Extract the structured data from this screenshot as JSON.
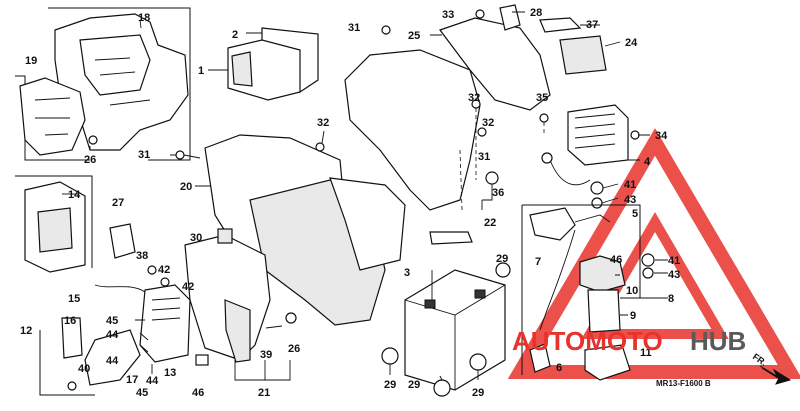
{
  "diagram": {
    "callouts": {
      "c1": "1",
      "c2": "2",
      "c3": "3",
      "c4": "4",
      "c5": "5",
      "c6": "6",
      "c7": "7",
      "c8": "8",
      "c9": "9",
      "c10": "10",
      "c11": "11",
      "c12": "12",
      "c13": "13",
      "c14": "14",
      "c15": "15",
      "c16": "16",
      "c17": "17",
      "c18": "18",
      "c19": "19",
      "c20": "20",
      "c21": "21",
      "c22": "22",
      "c24": "24",
      "c25": "25",
      "c26a": "26",
      "c26b": "26",
      "c27": "27",
      "c28": "28",
      "c29a": "29",
      "c29b": "29",
      "c29c": "29",
      "c30": "30",
      "c31a": "31",
      "c31b": "31",
      "c31c": "31",
      "c32a": "32",
      "c32b": "32",
      "c32c": "32",
      "c33": "33",
      "c34": "34",
      "c35": "35",
      "c36": "36",
      "c37": "37",
      "c38": "38",
      "c39": "39",
      "c40": "40",
      "c41a": "41",
      "c41b": "41",
      "c42": "42",
      "c43a": "43",
      "c43b": "43",
      "c44a": "44",
      "c44b": "44",
      "c45a": "45",
      "c45b": "45",
      "c46a": "46",
      "c46b": "46"
    },
    "diagram_code": "MR13-F1600 B",
    "direction_label": "FR."
  },
  "watermark": {
    "word_red": "AUTOMOTO",
    "word_grey": "HUB",
    "colors": {
      "red": "#e8322c",
      "grey": "#5a5a5a"
    }
  }
}
